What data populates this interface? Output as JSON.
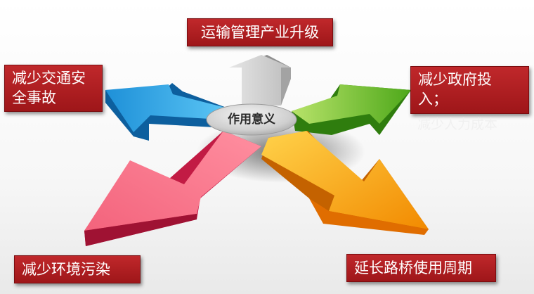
{
  "center": {
    "label": "作用意义"
  },
  "nodes": {
    "top": "运输管理产业升级",
    "left_line1": "减少交通安",
    "left_line2": "全事故",
    "right_line1": "减少政府投",
    "right_line2": "入；",
    "right_overflow": "减少人力成本",
    "bottom_left": "减少环境污染",
    "bottom_right": "延长路桥使用周期"
  },
  "colors": {
    "label_bg": "#b01f22",
    "arrow_up": "#cfcfcf",
    "arrow_left": "#1aa3e6",
    "arrow_right": "#7cc72c",
    "arrow_bottom_left": "#e8335c",
    "arrow_bottom_right": "#f59a0c"
  }
}
